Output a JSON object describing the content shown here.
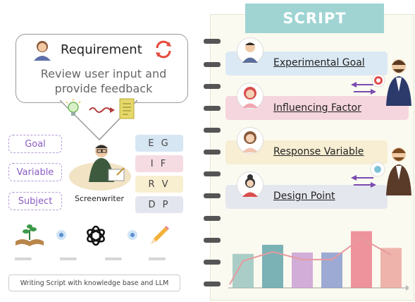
{
  "requirement": {
    "title": "Requirement",
    "text": "Review user input and provide feedback",
    "icons": [
      "woman-avatar-icon",
      "refresh-icon",
      "lightbulb-icon",
      "wave-arrow-icon",
      "document-icon"
    ]
  },
  "left_tags": [
    "Goal",
    "Variable",
    "Subject"
  ],
  "codes": [
    {
      "label": "E G",
      "color": "#d7e6f3"
    },
    {
      "label": "I F",
      "color": "#f5dbe2"
    },
    {
      "label": "R V",
      "color": "#f8eed0"
    },
    {
      "label": "D P",
      "color": "#e3e6ef"
    }
  ],
  "screenwriter_label": "Screenwriter",
  "toolbar_icons": [
    "book-plant-icon",
    "openai-logo-icon",
    "pencil-icon"
  ],
  "bottom_caption": "Writing Script with knowledge base and LLM",
  "script": {
    "title": "SCRIPT",
    "rows": [
      {
        "label": "Experimental Goal",
        "color": "#dbe9f4"
      },
      {
        "label": "Influencing Factor",
        "color": "#f5d6de"
      },
      {
        "label": "Response Variable",
        "color": "#f7eed3"
      },
      {
        "label": "Design Point",
        "color": "#e4e7ee"
      }
    ]
  },
  "chart_data": {
    "type": "bar",
    "series": [
      {
        "values": [
          0.75,
          0.95,
          0.78,
          0.78,
          1.25,
          0.88
        ]
      }
    ],
    "bar_colors": [
      "#8fbfb9",
      "#4f9aa3",
      "#c493d0",
      "#7d8fc9",
      "#e9707f",
      "#e99c95"
    ],
    "xlabel": "",
    "ylabel": ""
  }
}
